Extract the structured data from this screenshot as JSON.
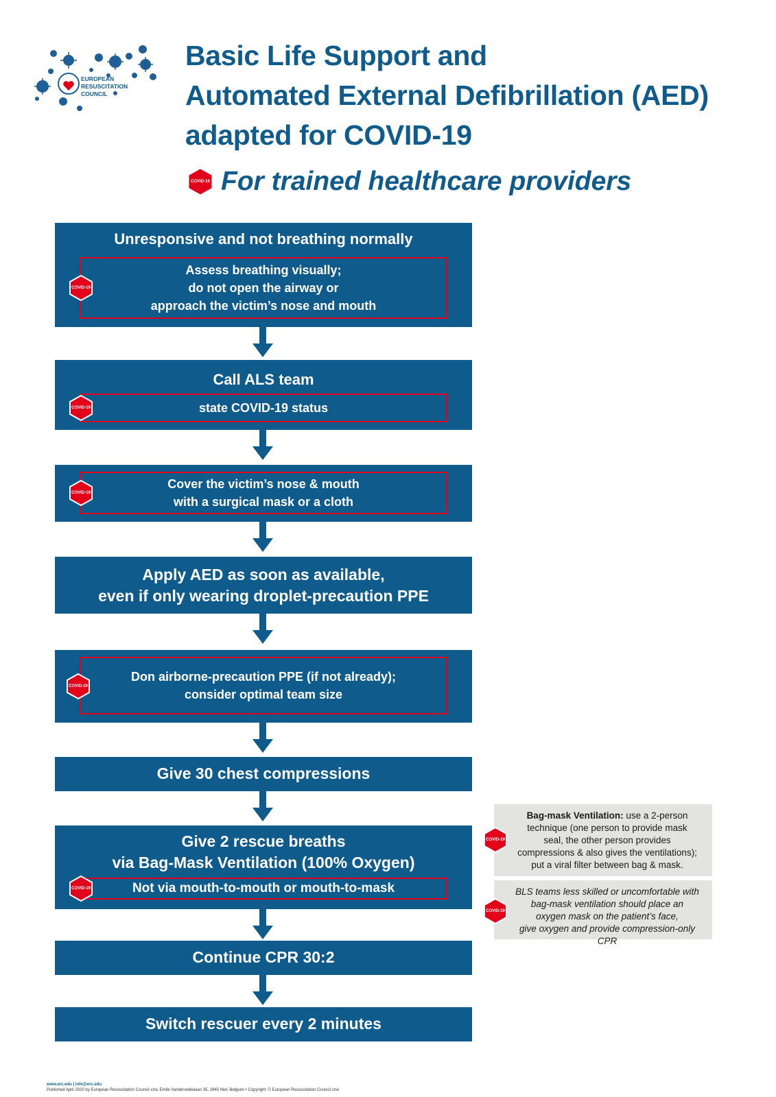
{
  "logo": {
    "text": [
      "EUROPEAN",
      "RESUSCITATION",
      "COUNCIL"
    ]
  },
  "header": {
    "title_lines": [
      "Basic Life Support and",
      "Automated External Defibrillation (AED)",
      "adapted for COVID-19"
    ],
    "subtitle": "For trained healthcare providers",
    "badge": "COVID-19"
  },
  "steps": [
    {
      "main": [
        "Unresponsive and not breathing normally"
      ],
      "covid": [
        "Assess breathing visually;",
        "do not open the airway or",
        "approach the victim’s nose and mouth"
      ]
    },
    {
      "main": [
        "Call ALS team"
      ],
      "covid": [
        "state COVID-19 status"
      ]
    },
    {
      "main": [],
      "covid": [
        "Cover the victim’s nose & mouth",
        "with a surgical mask or a cloth"
      ]
    },
    {
      "main": [
        "Apply AED as soon as available,",
        "even if only wearing droplet-precaution PPE"
      ],
      "covid": []
    },
    {
      "main": [],
      "covid": [
        "Don airborne-precaution PPE (if not already);",
        "consider optimal team size"
      ]
    },
    {
      "main": [
        "Give 30 chest compressions"
      ],
      "covid": []
    },
    {
      "main": [
        "Give 2 rescue breaths",
        "via Bag-Mask Ventilation (100% Oxygen)"
      ],
      "covid": [
        "Not via mouth-to-mouth or mouth-to-mask"
      ]
    },
    {
      "main": [
        "Continue CPR 30:2"
      ],
      "covid": []
    },
    {
      "main": [
        "Switch rescuer every 2 minutes"
      ],
      "covid": []
    }
  ],
  "notes": [
    {
      "bold": "Bag-mask Ventilation:",
      "lines": [
        " use a 2-person",
        "technique (one person to provide mask",
        "seal, the other person provides",
        "compressions & also gives the ventilations);",
        "put a viral filter between bag & mask."
      ]
    },
    {
      "lines": [
        "BLS teams less skilled or uncomfortable with",
        "bag-mask ventilation should place an",
        "oxygen mask on the patient’s face,",
        "give oxygen and provide compression-only CPR"
      ]
    }
  ],
  "footer": {
    "line1": "www.erc.edu | info@erc.edu",
    "line2": "Published April 2020 by European Resuscitation Council vzw, Emile Vanderveldelaan 35, 2845 Niel, Belgium • Copyright: © European Resuscitation Council vzw"
  },
  "colors": {
    "box": "#0f5b8c",
    "covid_red": "#e2001a",
    "note_bg": "#e3e3df"
  }
}
